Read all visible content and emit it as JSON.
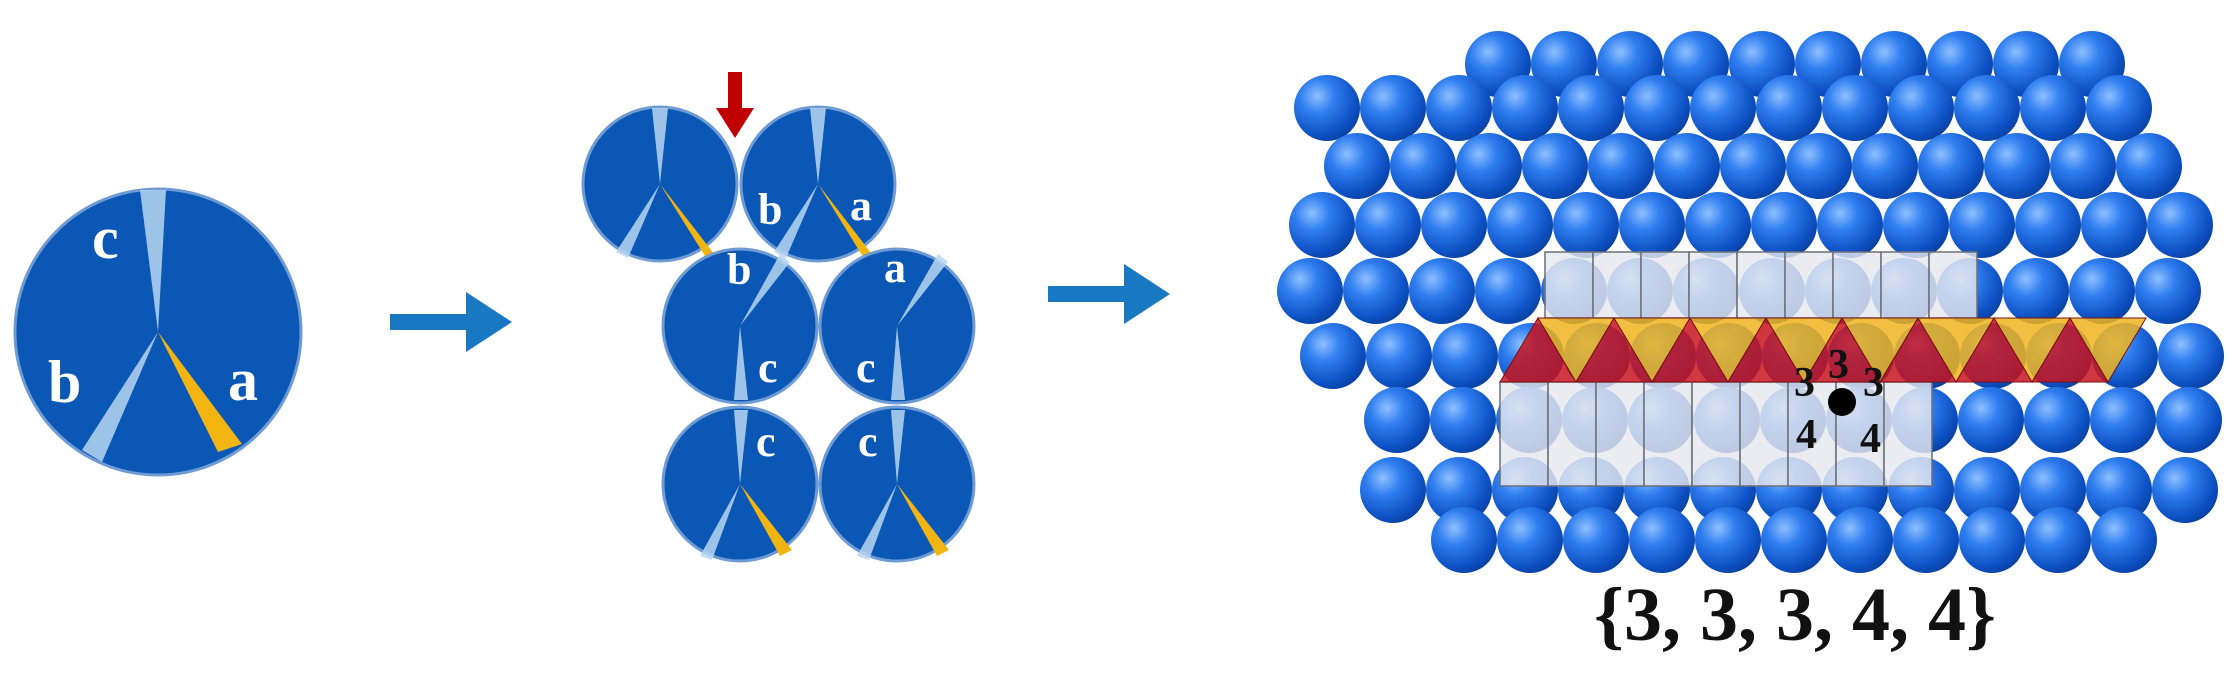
{
  "colors": {
    "disk": "#0a57b5",
    "disk_edge": "#6f9bd4",
    "light_wedge": "#b9d6f2",
    "gold_wedge": "#f2b410",
    "arrow_blue": "#1978c2",
    "arrow_red": "#c00000",
    "sphere": "#1565e0",
    "tile_square": "#e6e8ee",
    "tile_gold": "#f0b41e",
    "tile_red": "#c8141e"
  },
  "panel1": {
    "labels": {
      "c": "c",
      "b": "b",
      "a": "a"
    }
  },
  "panel2": {
    "disks": [
      {
        "labels": []
      },
      {
        "labels": [
          "b",
          "a"
        ]
      },
      {
        "labels": [
          "b",
          "c"
        ]
      },
      {
        "labels": [
          "a",
          "c"
        ]
      },
      {
        "labels": [
          "c"
        ]
      },
      {
        "labels": [
          "c"
        ]
      }
    ]
  },
  "panel3": {
    "vertex_labels": [
      "3",
      "3",
      "3",
      "4",
      "4"
    ],
    "caption": "{3, 3, 3, 4, 4}"
  },
  "icons": [
    "right-arrow-icon",
    "down-arrow-icon"
  ]
}
